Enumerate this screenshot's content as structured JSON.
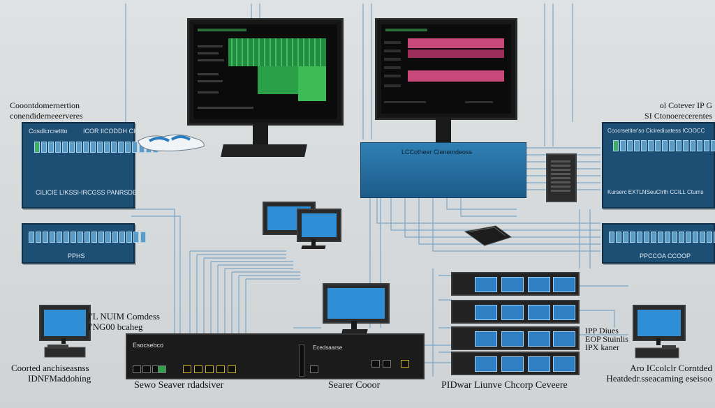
{
  "labels": {
    "top_left": [
      "Cooontdomernertion",
      "conendiderneeerveres"
    ],
    "top_right": [
      "ol Cotever IP G",
      "SI Ctonoerecerentes"
    ],
    "mid_left": [
      "I'L NUIM Comdess",
      "I'NG00 bcaheg"
    ],
    "bottom_left": [
      "Coorted anchiseasnss",
      "IDNFMaddohing"
    ],
    "right_mid": [
      "IPP Diues",
      "EOP Stuinlis",
      "IPX kaner"
    ],
    "bottom_right": [
      "Aro ICcolclr Corntded",
      "Heatdedr.sseacaming eseisoo"
    ],
    "bottom_center_left": "Sewo Seaver rdadsiver",
    "bottom_center": "Searer Cooor",
    "bottom_center_right": "PIDwar Liunve Chcorp Ceveere"
  },
  "panels": {
    "left_top": {
      "title_left": "Cosdlcrcrettto",
      "title_right": "ICOR IICODDH CIO",
      "footer": "CILICIE LIKSSI-IRCGSS PANRSDE"
    },
    "left_bottom": {
      "footer": "PPHS"
    },
    "right_top": {
      "title": "Ccocrsetiter'so Cicirediuatess ICOOCC",
      "footer": "Kurserc EXTLNSeuCIrth CCILL Cturns"
    },
    "right_bottom": {
      "footer": "PPCCOA CCOOP"
    }
  },
  "switch": {
    "label": "LCCotheer Cienemdeoss"
  },
  "server": {
    "label": "Esocsebco",
    "badge": "Ecedsaarse"
  },
  "colors": {
    "panel": "#1d4f75",
    "screen_blue": "#2f8fd6",
    "green": "#2fa04a",
    "pink": "#c8487a",
    "wire": "#6f9fc3"
  }
}
